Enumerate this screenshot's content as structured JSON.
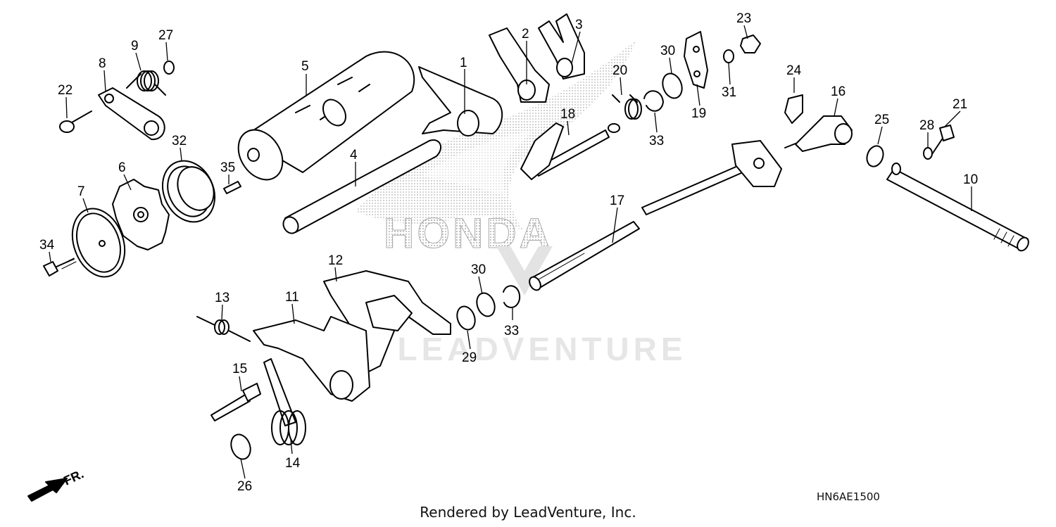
{
  "diagram": {
    "watermark_brand": "HONDA",
    "watermark_dealer": "LEADVENTURE",
    "diagram_code": "HN6AE1500",
    "footer_text": "Rendered by LeadVenture, Inc.",
    "front_marker": "FR.",
    "part_labels": [
      "1",
      "2",
      "3",
      "4",
      "5",
      "6",
      "7",
      "8",
      "9",
      "10",
      "11",
      "12",
      "13",
      "14",
      "15",
      "16",
      "17",
      "18",
      "19",
      "20",
      "21",
      "22",
      "23",
      "24",
      "25",
      "26",
      "27",
      "28",
      "29",
      "30",
      "30",
      "31",
      "32",
      "33",
      "33",
      "34",
      "35"
    ]
  }
}
